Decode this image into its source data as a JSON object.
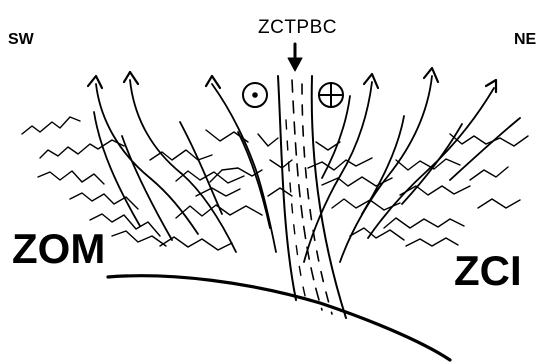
{
  "labels": {
    "shear_zone": "ZCTPBC",
    "west": "SW",
    "east": "NE",
    "left_domain": "ZOM",
    "right_domain": "ZCI"
  },
  "symbols": {
    "out_of_page": "dot-in-circle-icon",
    "into_page": "plus-in-circle-icon",
    "shear_zone_pointer": "down-arrow-icon"
  },
  "colors": {
    "ink": "#000000",
    "background": "#ffffff"
  }
}
